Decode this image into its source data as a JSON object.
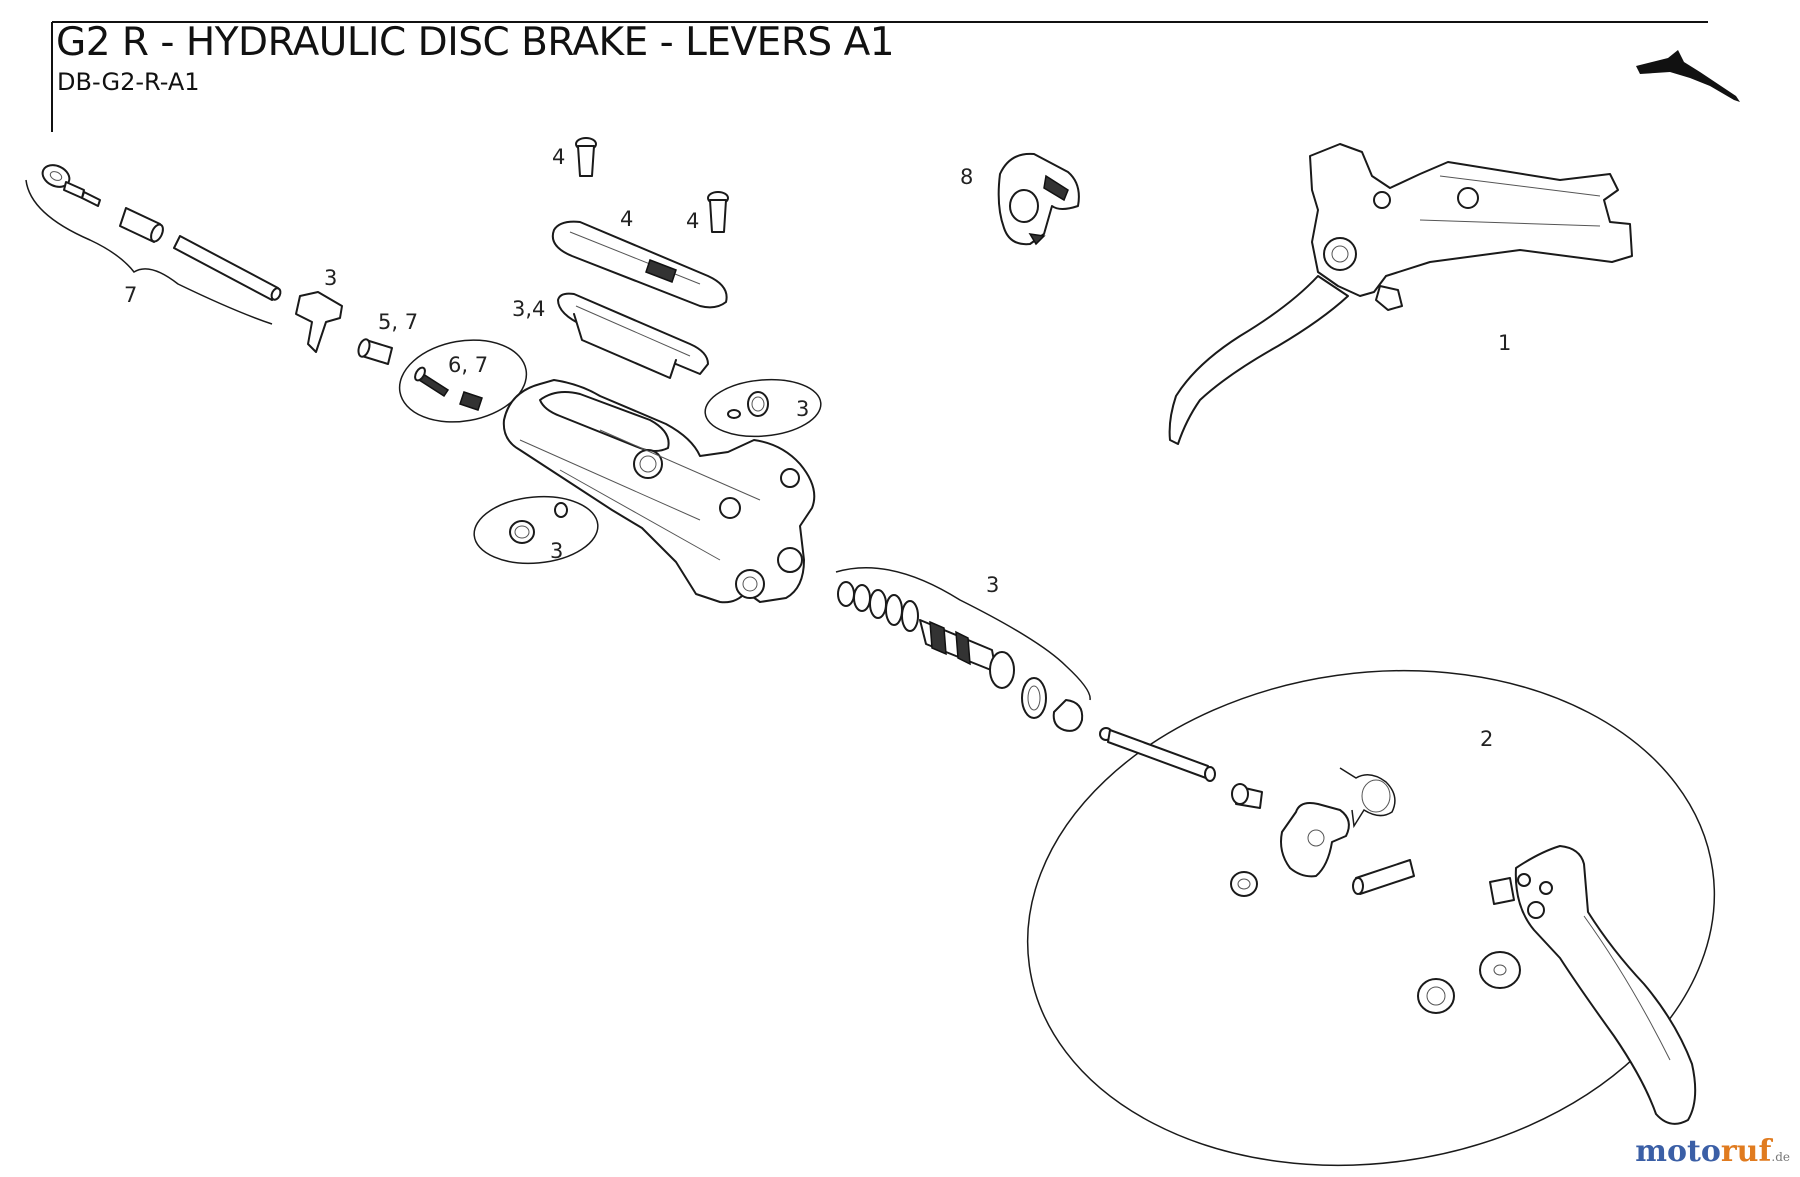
{
  "header": {
    "title": "G2 R - HYDRAULIC DISC BRAKE - LEVERS A1",
    "code": "DB-G2-R-A1"
  },
  "callouts": {
    "hose": "7",
    "clamp": "3",
    "barb": "5, 7",
    "bleed_screw": "6, 7",
    "cap_screw_top": "4",
    "cover": "4",
    "cap_screw_right": "4",
    "diaphragm": "3,4",
    "bleed_port_right": "3",
    "bleed_port_left": "3",
    "piston_kit": "3",
    "clamp_bracket": "8",
    "lever_assembly": "1",
    "lever_kit": "2"
  },
  "logo": {
    "brand_part1": "moto",
    "brand_part2": "ruf",
    "tld": ".de"
  },
  "colors": {
    "line": "#1a1a1a",
    "logo_blue": "#3b5fa6",
    "logo_orange": "#e07b1f"
  },
  "icons": [
    "brake-lever-icon"
  ]
}
